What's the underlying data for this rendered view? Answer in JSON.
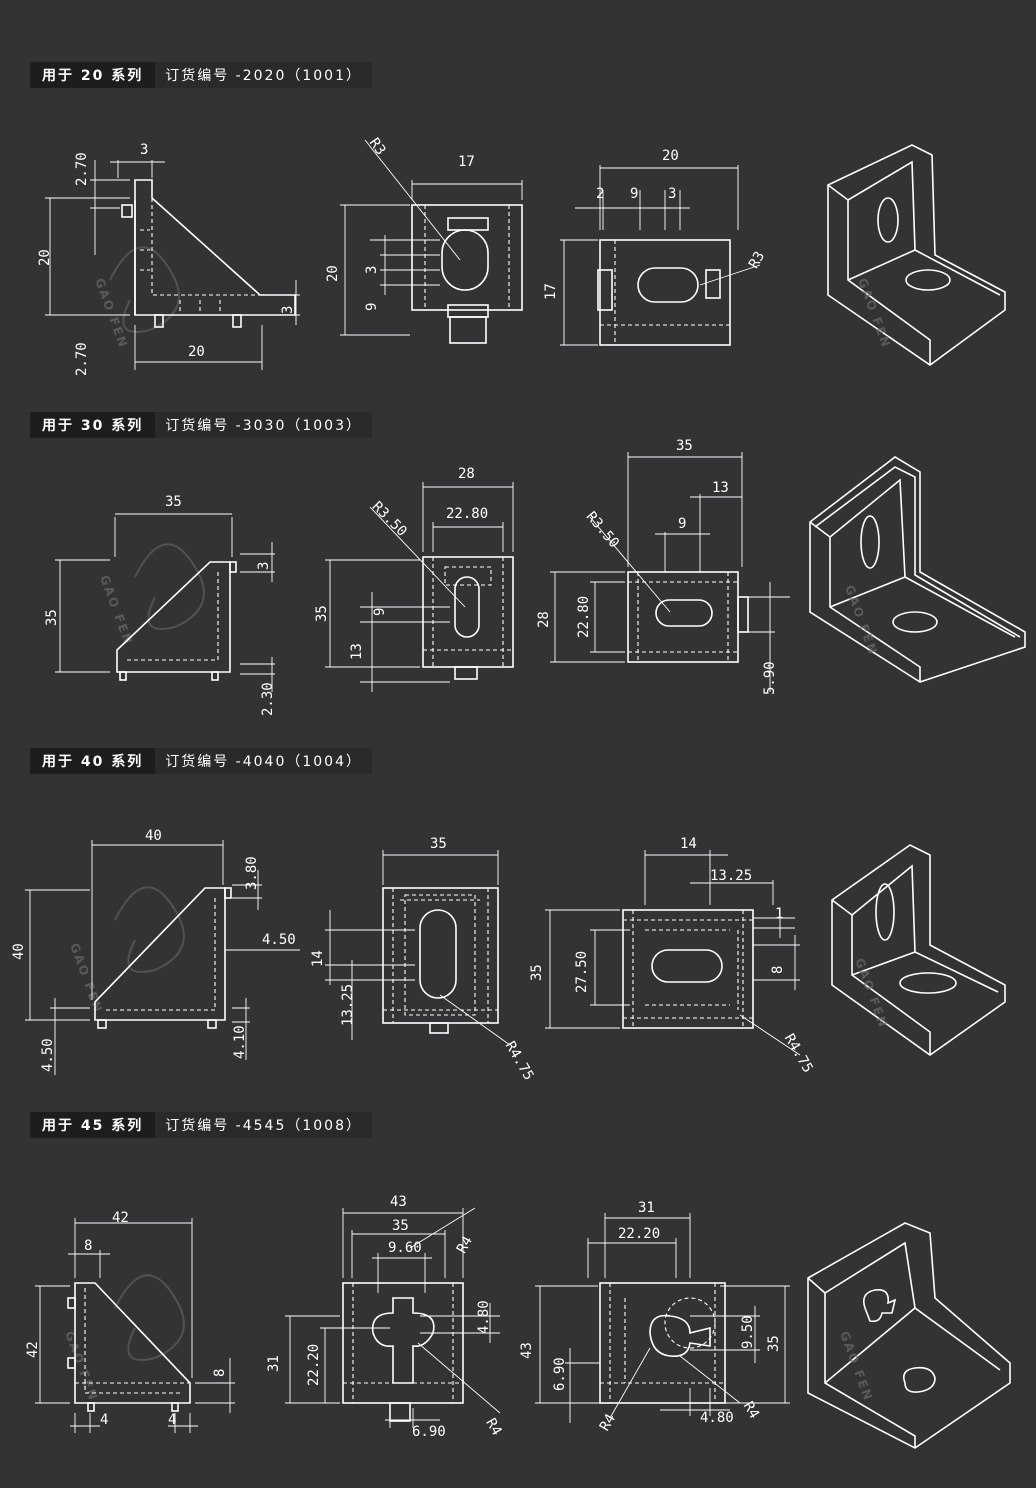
{
  "watermark": "GAO FEN",
  "sections": [
    {
      "series": "用于 20 系列",
      "order": "订货编号 -2020（1001）",
      "dims": {
        "side_top": "3",
        "side_h": "20",
        "side_w": "20",
        "side_t1": "2.70",
        "side_t2": "2.70",
        "side_r": "3",
        "front_w": "17",
        "front_h": "20",
        "front_r": "R3",
        "front_a": "3",
        "front_b": "9",
        "top_w": "20",
        "top_h": "17",
        "top_a": "2",
        "top_b": "9",
        "top_c": "3",
        "top_r": "R3"
      }
    },
    {
      "series": "用于 30 系列",
      "order": "订货编号 -3030（1003）",
      "dims": {
        "side_w": "35",
        "side_h": "35",
        "side_a": "3",
        "side_b": "2.30",
        "front_w": "28",
        "front_inner": "22.80",
        "front_h": "35",
        "front_r": "R3.50",
        "front_a": "9",
        "front_b": "13",
        "top_w": "35",
        "top_a": "13",
        "top_b": "9",
        "top_h": "28",
        "top_inner": "22.80",
        "top_r": "R3.50",
        "top_c": "5.90"
      }
    },
    {
      "series": "用于 40 系列",
      "order": "订货编号 -4040（1004）",
      "dims": {
        "side_w": "40",
        "side_h": "40",
        "side_a": "3.80",
        "side_b": "4.50",
        "side_c": "4.50",
        "side_d": "4.10",
        "front_w": "35",
        "front_a": "14",
        "front_b": "13.25",
        "front_r": "R4.75",
        "top_a": "14",
        "top_b": "13.25",
        "top_c": "1",
        "top_h": "35",
        "top_inner": "27.50",
        "top_d": "8",
        "top_r": "R4.75"
      }
    },
    {
      "series": "用于 45 系列",
      "order": "订货编号 -4545（1008）",
      "dims": {
        "side_w": "42",
        "side_a": "8",
        "side_h": "42",
        "side_b": "8",
        "side_c": "4",
        "side_d": "4",
        "front_w": "43",
        "front_inner": "35",
        "front_a": "9.60",
        "front_r1": "R4",
        "front_b": "4.80",
        "front_h": "31",
        "front_c": "22.20",
        "front_d": "6.90",
        "front_r2": "R4",
        "top_w": "31",
        "top_inner": "22.20",
        "top_h": "43",
        "top_a": "9.50",
        "top_b": "35",
        "top_c": "6.90",
        "top_d": "4.80",
        "top_r1": "R4",
        "top_r2": "R4"
      }
    }
  ]
}
